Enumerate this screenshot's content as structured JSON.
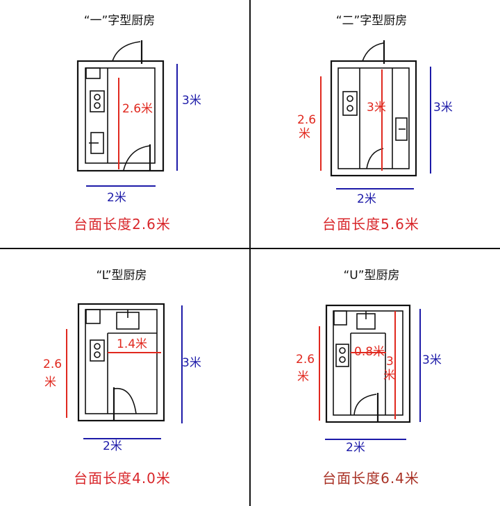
{
  "panels": [
    {
      "title": "“一”字型厨房",
      "counter_label": "2.6米",
      "height_label": "3米",
      "width_label": "2米",
      "caption": "台面长度2.6米"
    },
    {
      "title": "“二”字型厨房",
      "counter_label_left": "2.6",
      "counter_label_left2": "米",
      "counter_label_right": "3米",
      "height_label": "3米",
      "width_label": "2米",
      "caption": "台面长度5.6米"
    },
    {
      "title": "“L”型厨房",
      "counter_label_left": "2.6",
      "counter_label_left2": "米",
      "counter_label_top": "1.4米",
      "height_label": "3米",
      "width_label": "2米",
      "caption": "台面长度4.0米"
    },
    {
      "title": "“U”型厨房",
      "counter_label_left": "2.6",
      "counter_label_left2": "米",
      "counter_label_top": "0.8米",
      "counter_label_right": "3",
      "counter_label_right2": "米",
      "height_label": "3米",
      "width_label": "2米",
      "caption": "台面长度6.4米"
    }
  ],
  "colors": {
    "counter": "#e0281e",
    "room": "#1c1aa8",
    "caption": "#d8262a"
  }
}
